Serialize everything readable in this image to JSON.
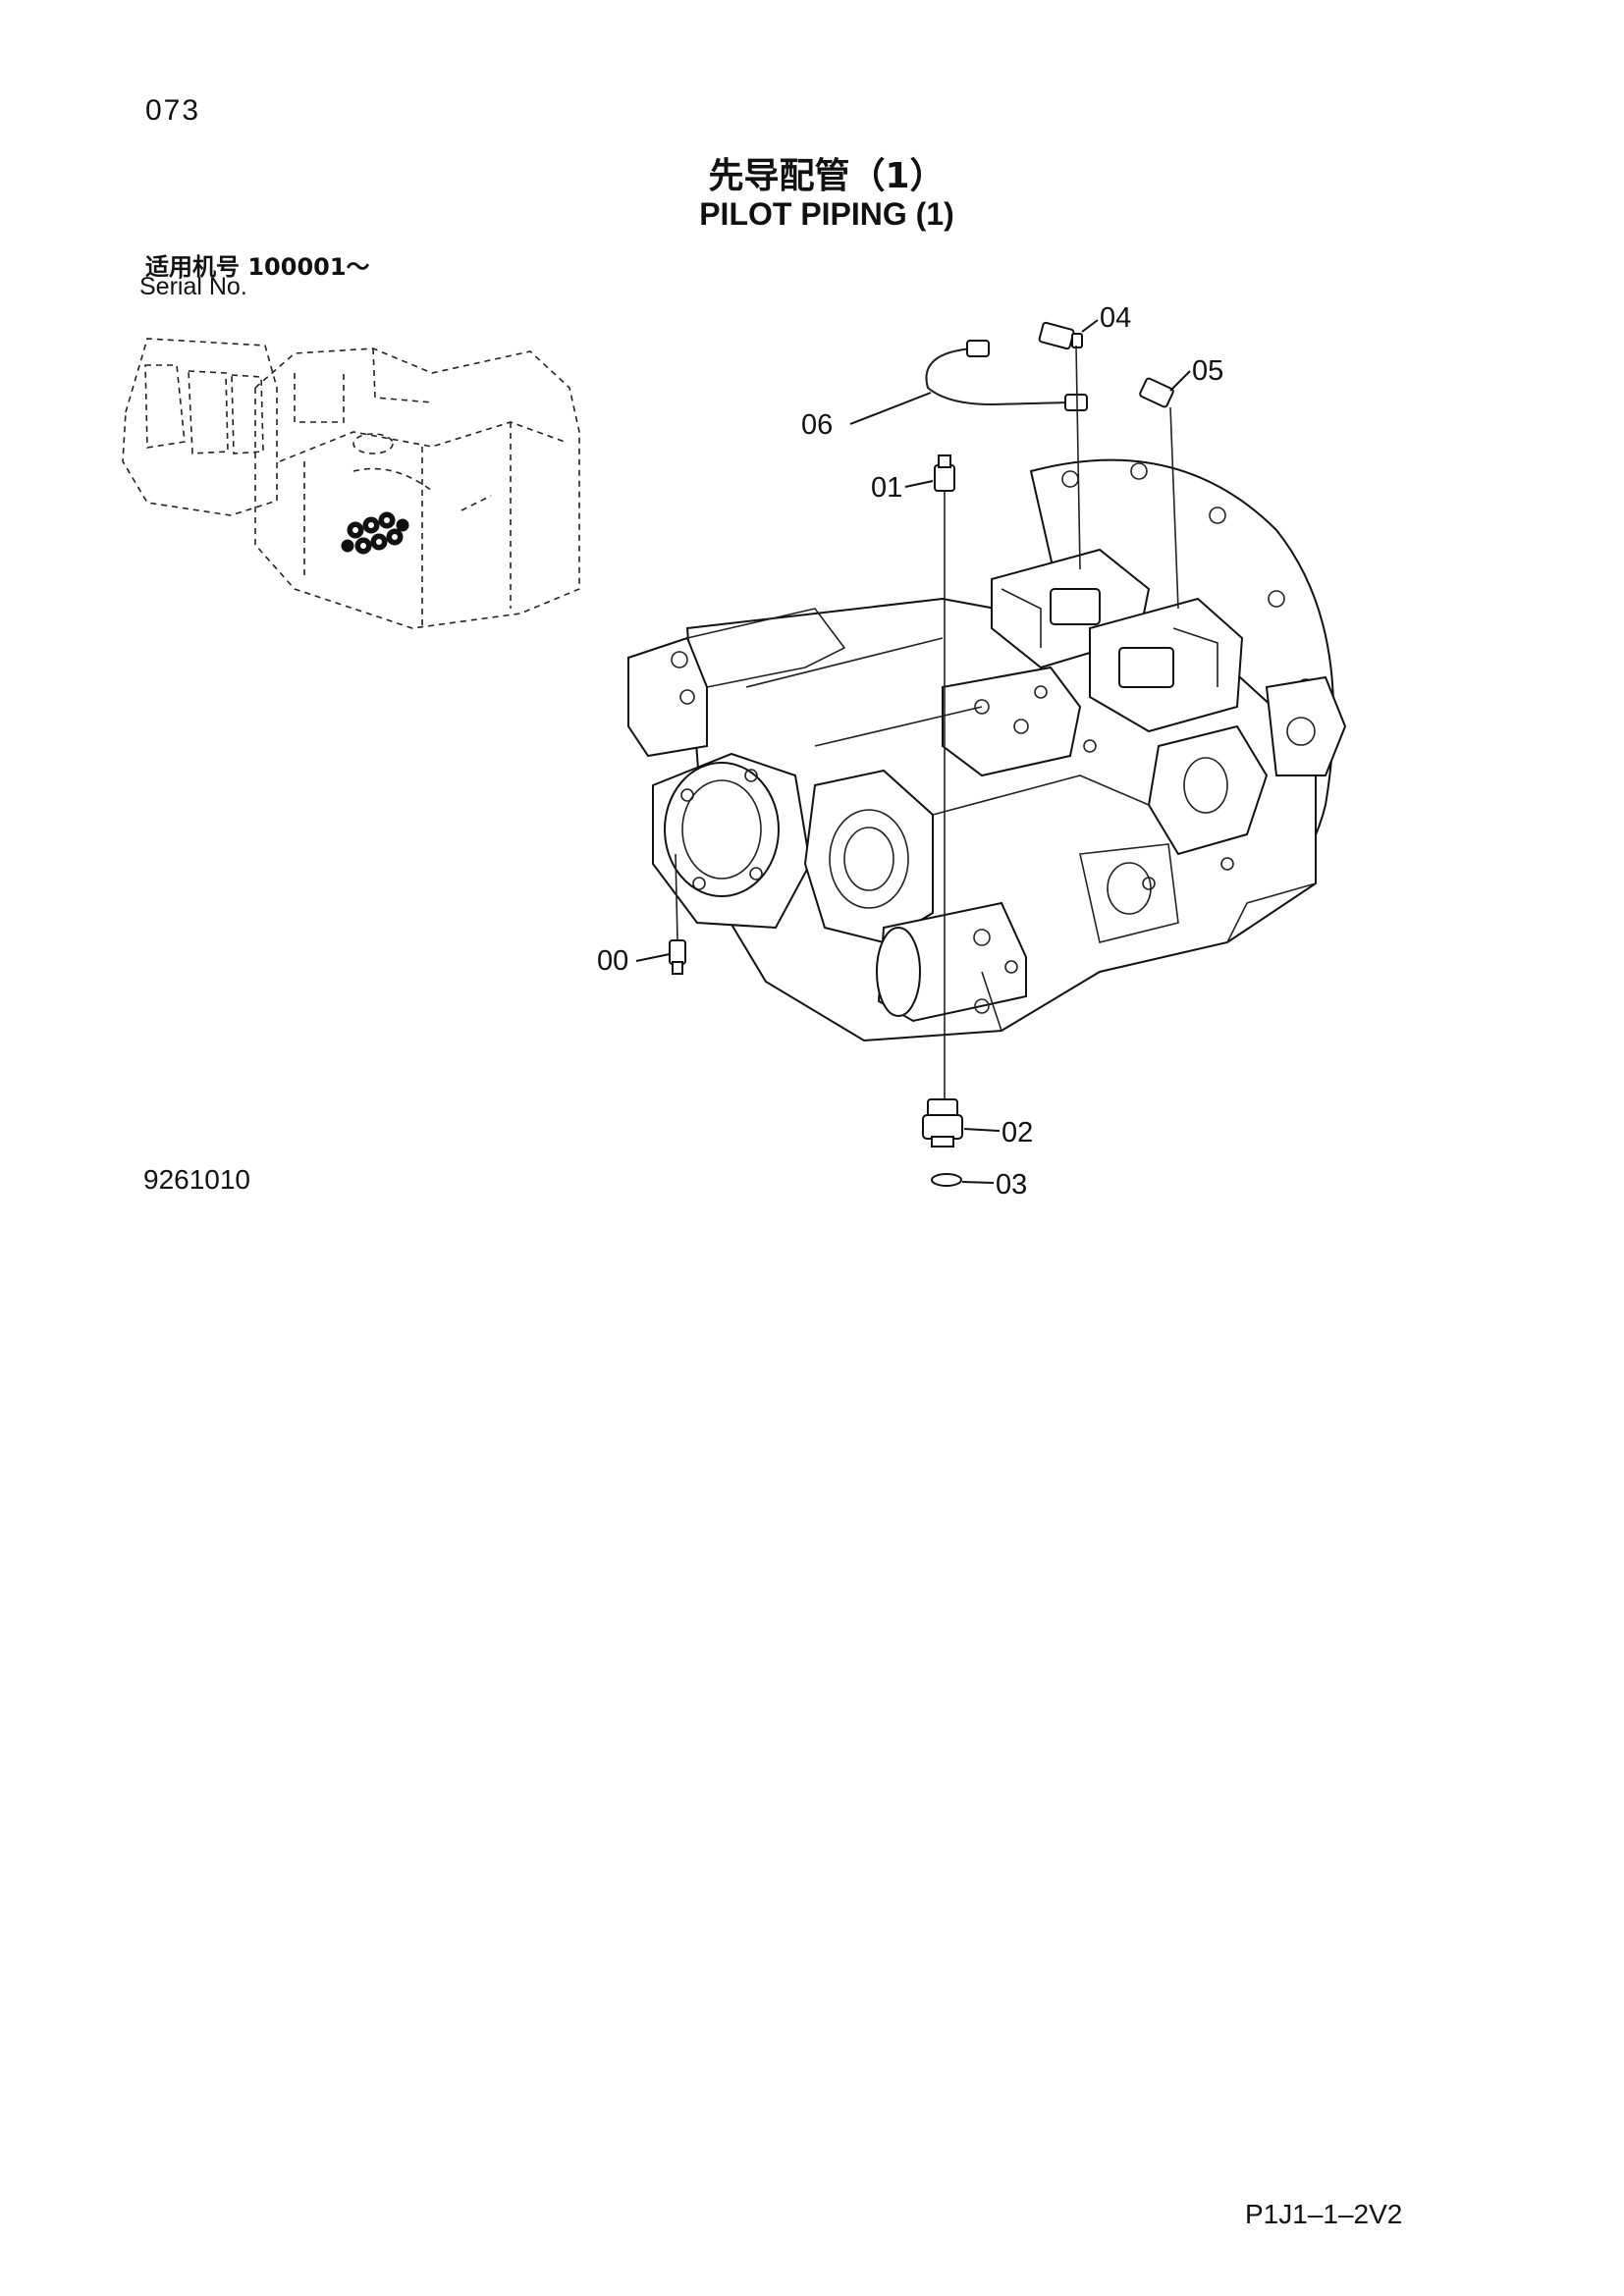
{
  "header": {
    "page_number": "073",
    "title_cn": "先导配管（1）",
    "title_en": "PILOT PIPING (1)"
  },
  "serial": {
    "label_cn": "适用机号  100001～",
    "label_en": "Serial No."
  },
  "figure": {
    "number": "9261010",
    "callouts": [
      "00",
      "01",
      "02",
      "03",
      "04",
      "05",
      "06"
    ]
  },
  "footer": {
    "doc_code": "P1J1–1–2V2"
  }
}
